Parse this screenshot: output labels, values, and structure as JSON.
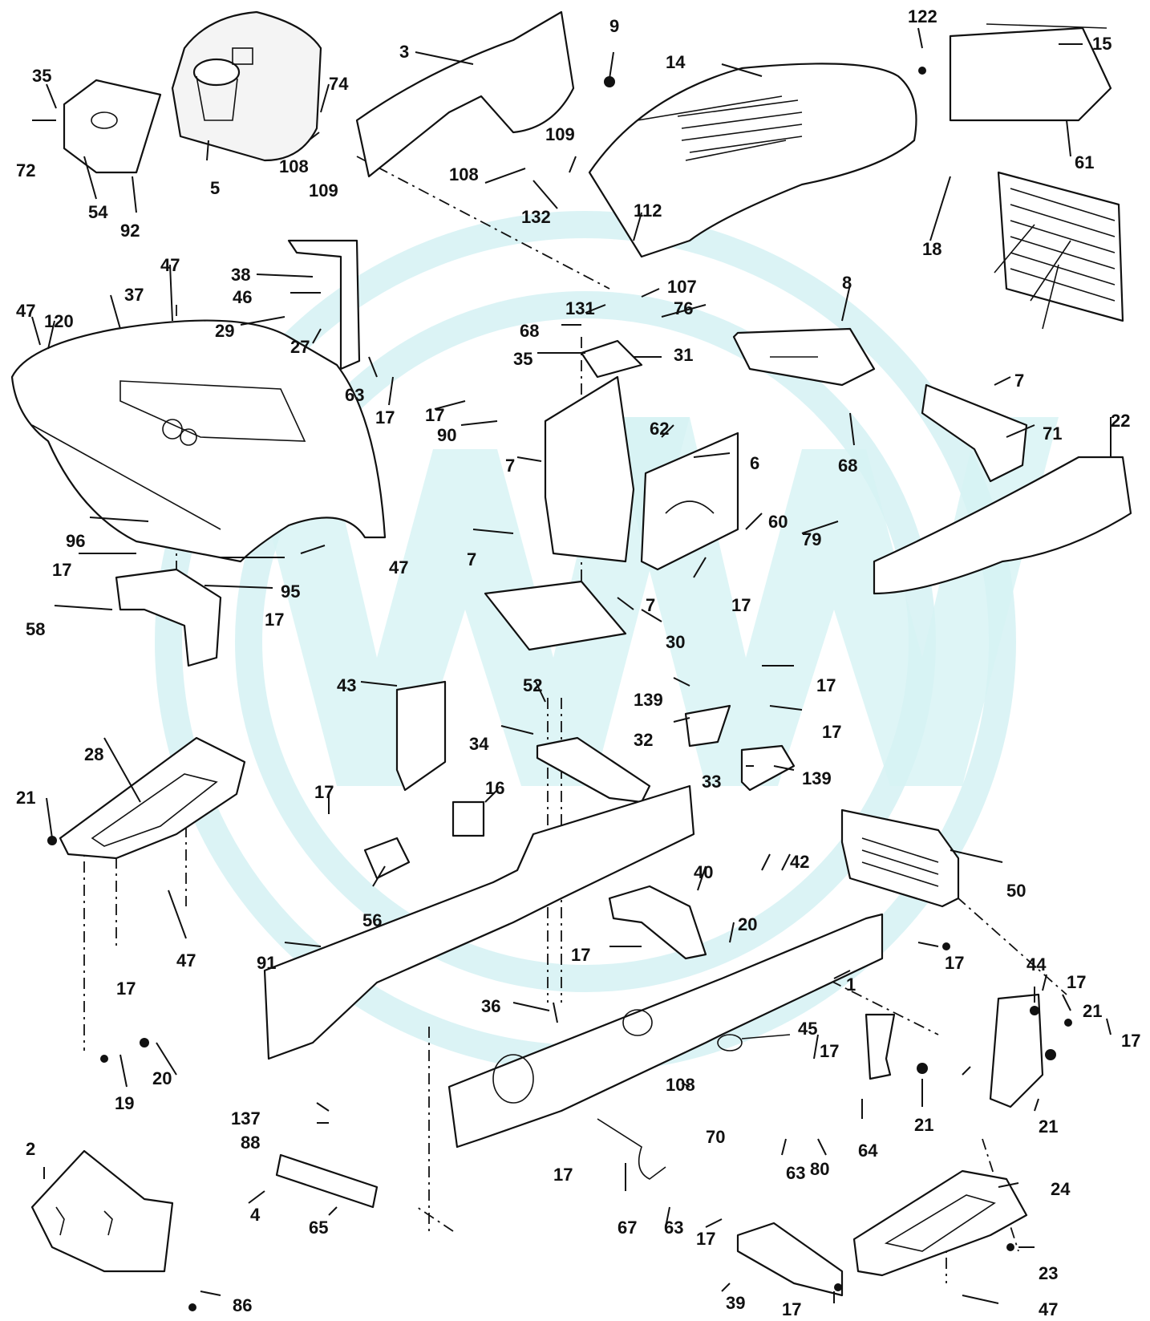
{
  "diagram": {
    "type": "exploded-parts-view",
    "callouts": [
      {
        "id": "c1",
        "label": "122"
      },
      {
        "id": "c2",
        "label": "15"
      },
      {
        "id": "c3",
        "label": "9"
      },
      {
        "id": "c4",
        "label": "3"
      },
      {
        "id": "c5",
        "label": "14"
      },
      {
        "id": "c6",
        "label": "35"
      },
      {
        "id": "c7",
        "label": "74"
      },
      {
        "id": "c8",
        "label": "72"
      },
      {
        "id": "c9",
        "label": "5"
      },
      {
        "id": "c10",
        "label": "108"
      },
      {
        "id": "c11",
        "label": "109"
      },
      {
        "id": "c12",
        "label": "108"
      },
      {
        "id": "c13",
        "label": "109"
      },
      {
        "id": "c14",
        "label": "61"
      },
      {
        "id": "c15",
        "label": "54"
      },
      {
        "id": "c16",
        "label": "92"
      },
      {
        "id": "c17",
        "label": "132"
      },
      {
        "id": "c18",
        "label": "112"
      },
      {
        "id": "c19",
        "label": "18"
      },
      {
        "id": "c20",
        "label": "47"
      },
      {
        "id": "c21",
        "label": "38"
      },
      {
        "id": "c22",
        "label": "37"
      },
      {
        "id": "c23",
        "label": "46"
      },
      {
        "id": "c24",
        "label": "107"
      },
      {
        "id": "c25",
        "label": "47"
      },
      {
        "id": "c26",
        "label": "120"
      },
      {
        "id": "c27",
        "label": "29"
      },
      {
        "id": "c28",
        "label": "131"
      },
      {
        "id": "c29",
        "label": "8"
      },
      {
        "id": "c30",
        "label": "76"
      },
      {
        "id": "c31",
        "label": "27"
      },
      {
        "id": "c32",
        "label": "68"
      },
      {
        "id": "c33",
        "label": "35"
      },
      {
        "id": "c34",
        "label": "31"
      },
      {
        "id": "c35",
        "label": "63"
      },
      {
        "id": "c36",
        "label": "17"
      },
      {
        "id": "c37",
        "label": "7"
      },
      {
        "id": "c38",
        "label": "17"
      },
      {
        "id": "c39",
        "label": "90"
      },
      {
        "id": "c40",
        "label": "62"
      },
      {
        "id": "c41",
        "label": "68"
      },
      {
        "id": "c42",
        "label": "71"
      },
      {
        "id": "c43",
        "label": "22"
      },
      {
        "id": "c44",
        "label": "7"
      },
      {
        "id": "c45",
        "label": "6"
      },
      {
        "id": "c46",
        "label": "60"
      },
      {
        "id": "c47",
        "label": "79"
      },
      {
        "id": "c48",
        "label": "96"
      },
      {
        "id": "c49",
        "label": "7"
      },
      {
        "id": "c50",
        "label": "47"
      },
      {
        "id": "c51",
        "label": "17"
      },
      {
        "id": "c52",
        "label": "95"
      },
      {
        "id": "c53",
        "label": "17"
      },
      {
        "id": "c54",
        "label": "17"
      },
      {
        "id": "c55",
        "label": "58"
      },
      {
        "id": "c56",
        "label": "7"
      },
      {
        "id": "c57",
        "label": "30"
      },
      {
        "id": "c58",
        "label": "43"
      },
      {
        "id": "c59",
        "label": "52"
      },
      {
        "id": "c60",
        "label": "139"
      },
      {
        "id": "c61",
        "label": "17"
      },
      {
        "id": "c62",
        "label": "34"
      },
      {
        "id": "c63",
        "label": "32"
      },
      {
        "id": "c64",
        "label": "17"
      },
      {
        "id": "c65",
        "label": "28"
      },
      {
        "id": "c66",
        "label": "33"
      },
      {
        "id": "c67",
        "label": "139"
      },
      {
        "id": "c68",
        "label": "21"
      },
      {
        "id": "c69",
        "label": "16"
      },
      {
        "id": "c70",
        "label": "17"
      },
      {
        "id": "c71",
        "label": "50"
      },
      {
        "id": "c72",
        "label": "42"
      },
      {
        "id": "c73",
        "label": "40"
      },
      {
        "id": "c74",
        "label": "56"
      },
      {
        "id": "c75",
        "label": "20"
      },
      {
        "id": "c76",
        "label": "47"
      },
      {
        "id": "c77",
        "label": "91"
      },
      {
        "id": "c78",
        "label": "17"
      },
      {
        "id": "c79",
        "label": "17"
      },
      {
        "id": "c80",
        "label": "1"
      },
      {
        "id": "c81",
        "label": "44"
      },
      {
        "id": "c82",
        "label": "17"
      },
      {
        "id": "c83",
        "label": "17"
      },
      {
        "id": "c84",
        "label": "36"
      },
      {
        "id": "c85",
        "label": "21"
      },
      {
        "id": "c86",
        "label": "45"
      },
      {
        "id": "c87",
        "label": "17"
      },
      {
        "id": "c88",
        "label": "17"
      },
      {
        "id": "c89",
        "label": "20"
      },
      {
        "id": "c90",
        "label": "19"
      },
      {
        "id": "c91",
        "label": "108"
      },
      {
        "id": "c92",
        "label": "21"
      },
      {
        "id": "c93",
        "label": "21"
      },
      {
        "id": "c94",
        "label": "137"
      },
      {
        "id": "c95",
        "label": "88"
      },
      {
        "id": "c96",
        "label": "70"
      },
      {
        "id": "c97",
        "label": "17"
      },
      {
        "id": "c98",
        "label": "64"
      },
      {
        "id": "c99",
        "label": "2"
      },
      {
        "id": "c100",
        "label": "63"
      },
      {
        "id": "c101",
        "label": "80"
      },
      {
        "id": "c102",
        "label": "24"
      },
      {
        "id": "c103",
        "label": "4"
      },
      {
        "id": "c104",
        "label": "65"
      },
      {
        "id": "c105",
        "label": "67"
      },
      {
        "id": "c106",
        "label": "63"
      },
      {
        "id": "c107",
        "label": "17"
      },
      {
        "id": "c108",
        "label": "23"
      },
      {
        "id": "c109",
        "label": "39"
      },
      {
        "id": "c110",
        "label": "86"
      },
      {
        "id": "c111",
        "label": "17"
      },
      {
        "id": "c112",
        "label": "47"
      }
    ]
  }
}
